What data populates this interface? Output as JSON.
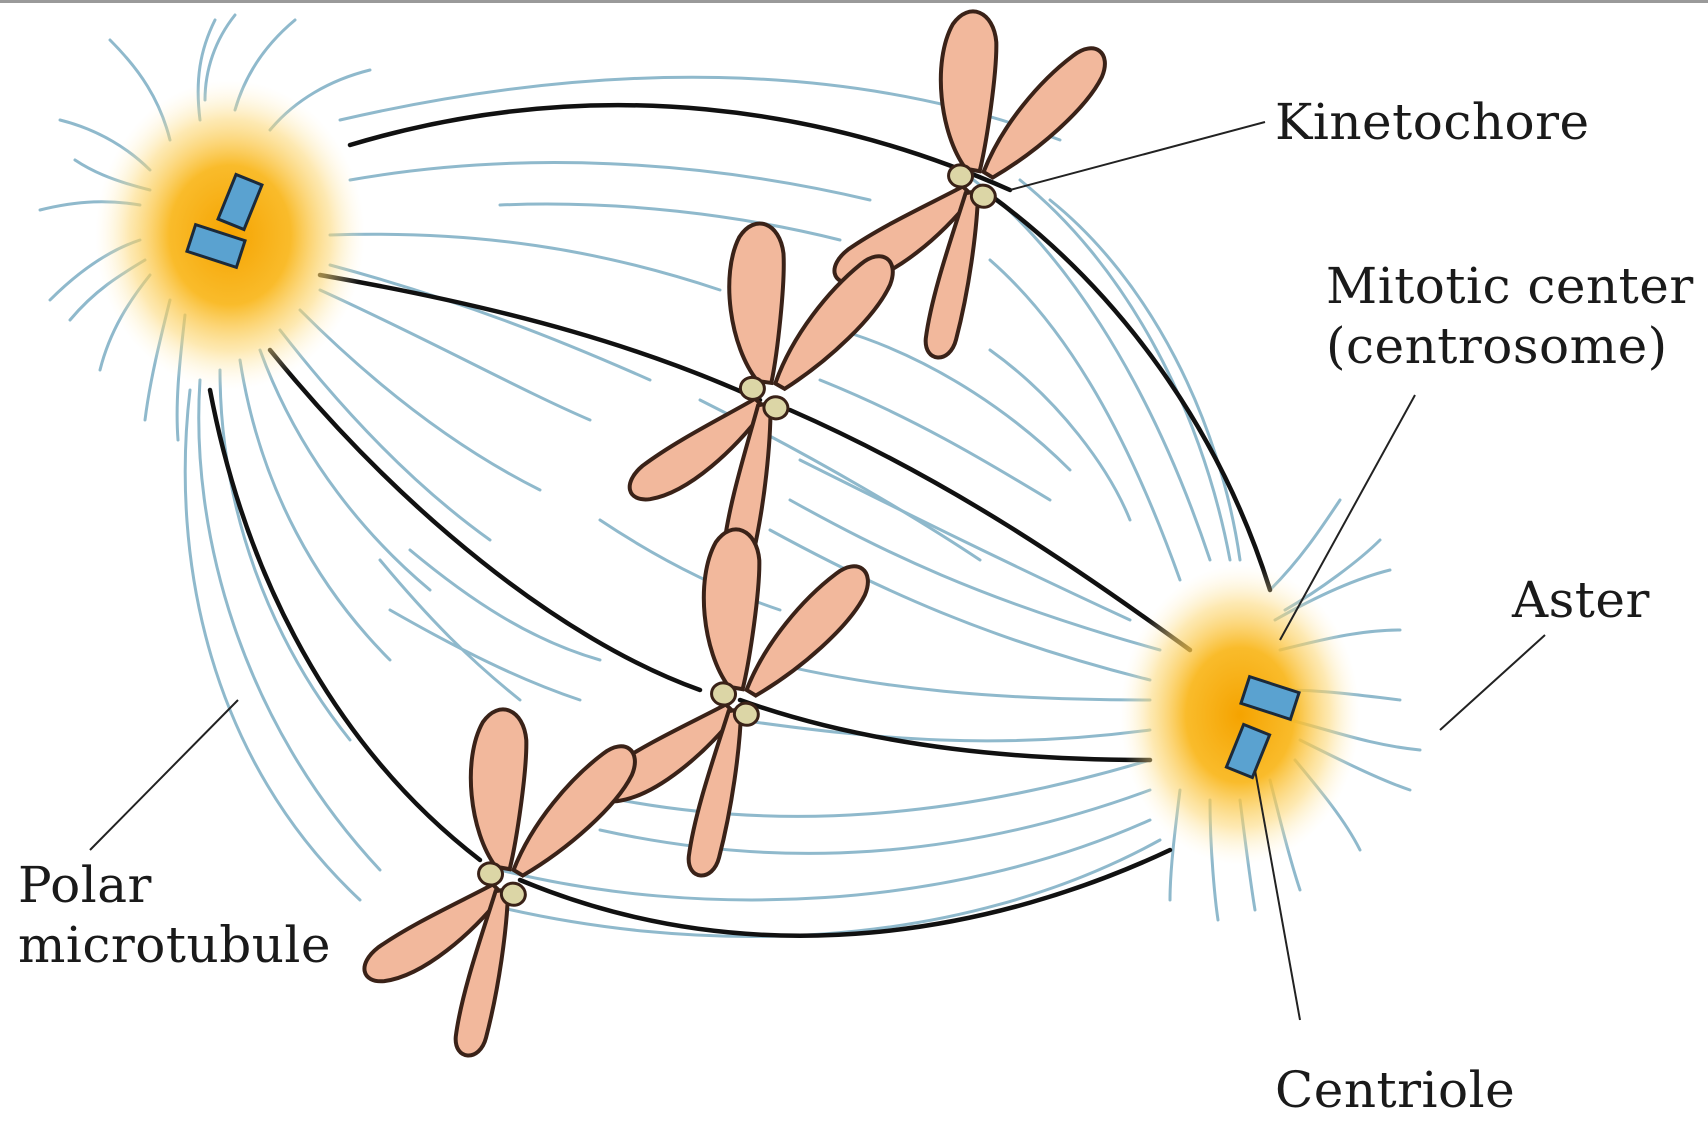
{
  "labels": {
    "kinetochore": "Kinetochore",
    "mitotic_center_line1": "Mitotic center",
    "mitotic_center_line2": "(centrosome)",
    "aster": "Aster",
    "polar_line1": "Polar",
    "polar_line2": "microtubule",
    "centriole": "Centriole"
  },
  "colors": {
    "microtubule": "#8fb9cc",
    "kinetochore_fiber": "#111111",
    "chromosome_fill": "#f2b89c",
    "chromosome_outline": "#3a2218",
    "kinetochore_fill": "#dcd6a6",
    "centrosome_glow": "#f7a800",
    "centriole_fill": "#5aa2d0",
    "leader_line": "#222222"
  }
}
